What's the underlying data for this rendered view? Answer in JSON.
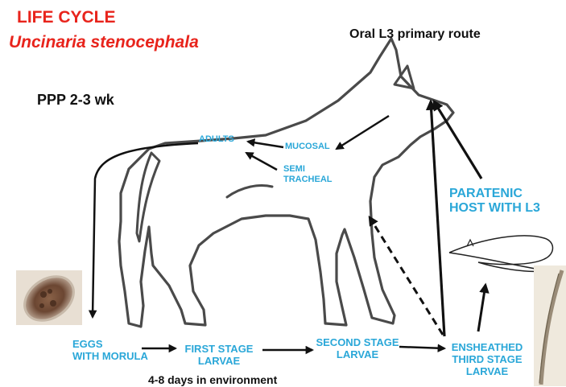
{
  "title": "LIFE CYCLE",
  "species": "Uncinaria stenocephala",
  "route_label": "Oral L3 primary route",
  "ppp_label": "PPP 2-3 wk",
  "env_label": "4-8 days in environment",
  "stages": {
    "adults": "ADULTS",
    "mucosal": "MUCOSAL",
    "semi_tracheal": [
      "SEMI",
      "TRACHEAL"
    ],
    "eggs": [
      "EGGS",
      "WITH MORULA"
    ],
    "first_stage": [
      "FIRST STAGE",
      "LARVAE"
    ],
    "second_stage": [
      "SECOND STAGE",
      "LARVAE"
    ],
    "ensheathed": [
      "ENSHEATHED",
      "THIRD STAGE",
      "LARVAE"
    ],
    "paratenic": [
      "PARATENIC",
      "HOST WITH L3"
    ]
  },
  "colors": {
    "title": "#e8241c",
    "stage_text": "#2aa7d8",
    "outline": "#4a4a4a",
    "arrow": "#111111"
  }
}
